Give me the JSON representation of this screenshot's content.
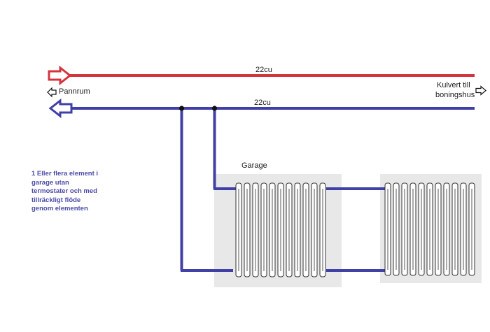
{
  "labels": {
    "pipe_top_size": "22cu",
    "pipe_bottom_size": "22cu",
    "left_destination": "Pannrum",
    "right_destination_line1": "Kulvert till",
    "right_destination_line2": "boningshus",
    "garage": "Garage"
  },
  "note": {
    "lines": [
      "1 Eller flera element i",
      "garage utan",
      "termostater och med",
      "tillräckligt flöde",
      "genom elementen"
    ]
  },
  "colors": {
    "supply_pipe": "#d4343c",
    "return_pipe": "#4040a6",
    "radiator_backdrop": "#e8e8e8",
    "note_text": "#4a4aa8"
  }
}
